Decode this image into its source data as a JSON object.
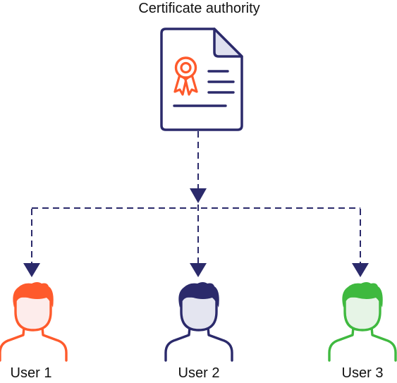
{
  "ca": {
    "title": "Certificate authority",
    "icon": "certificate-document-icon",
    "colors": {
      "outline": "#2b2a6b",
      "seal": "#fe5a2c",
      "fold": "#dfe0ef"
    }
  },
  "connector": {
    "color": "#2b2a6b",
    "style": "dashed"
  },
  "users": [
    {
      "label": "User 1",
      "icon": "user-icon",
      "color": "#fe5a2c",
      "fill": "#fdeceb"
    },
    {
      "label": "User 2",
      "icon": "user-icon",
      "color": "#2b2a6b",
      "fill": "#e4e5f0"
    },
    {
      "label": "User 3",
      "icon": "user-icon",
      "color": "#3fb93f",
      "fill": "#e6f4e6"
    }
  ]
}
